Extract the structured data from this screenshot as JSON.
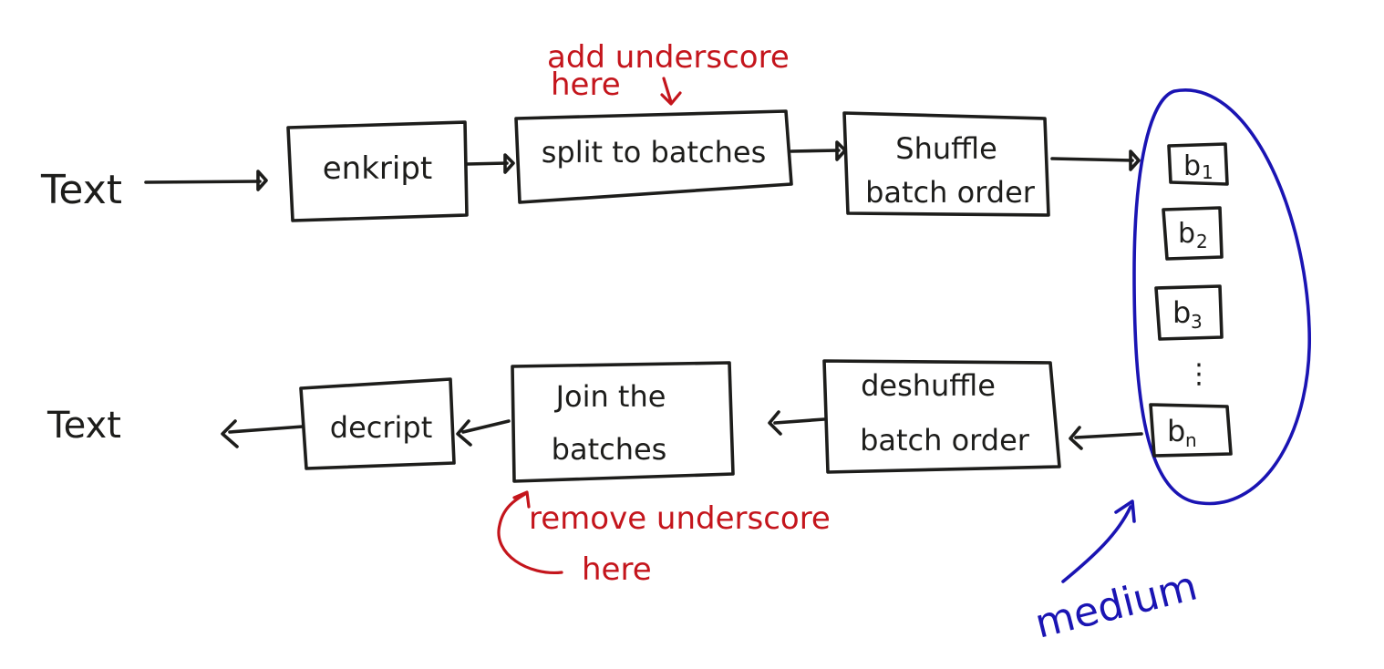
{
  "colors": {
    "ink": "#1d1d1b",
    "annotation": "#c4151c",
    "medium": "#1a14b3"
  },
  "input_label": "Text",
  "output_label": "Text",
  "top_flow": {
    "encrypt": "enkript",
    "split": "split to batches",
    "shuffle_line1": "Shuffle",
    "shuffle_line2": "batch order"
  },
  "bottom_flow": {
    "deshuffle_line1": "deshuffle",
    "deshuffle_line2": "batch order",
    "join_line1": "Join the",
    "join_line2": "batches",
    "decrypt": "decript"
  },
  "batches": [
    {
      "letter": "b",
      "sub": "1"
    },
    {
      "letter": "b",
      "sub": "2"
    },
    {
      "letter": "b",
      "sub": "3"
    },
    {
      "letter": "b",
      "sub": "n"
    }
  ],
  "ellipsis": "⋮",
  "annotations": {
    "add_line1": "add underscore",
    "add_line2": "here",
    "remove_line1": "remove underscore",
    "remove_line2": "here"
  },
  "medium_label": "medium"
}
